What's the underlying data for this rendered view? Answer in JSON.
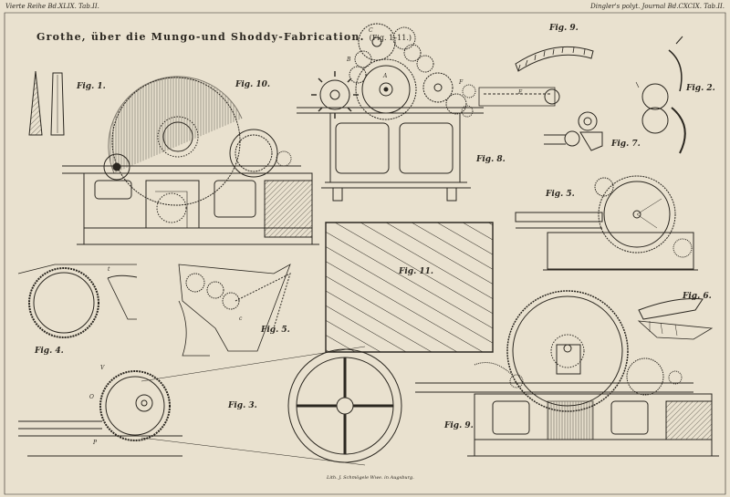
{
  "header": {
    "left": "Vierte Reihe Bd.XLIX. Tab.II.",
    "right": "Dingler's polyt. Journal Bd.CXCIX. Tab.II."
  },
  "title": {
    "main": "Grothe, über die Mungo-und Shoddy-Fabrication.",
    "range": "(Fig. 1–11.)"
  },
  "figures": {
    "fig1": "Fig. 1.",
    "fig2": "Fig. 2.",
    "fig3": "Fig. 3.",
    "fig4": "Fig. 4.",
    "fig5a": "Fig. 5.",
    "fig5b": "Fig. 5.",
    "fig6": "Fig. 6.",
    "fig7": "Fig. 7.",
    "fig8": "Fig. 8.",
    "fig9a": "Fig. 9.",
    "fig9b": "Fig. 9.",
    "fig10": "Fig. 10.",
    "fig11": "Fig. 11."
  },
  "imprint": "Lith. J. Schmögele Wwe. in Augsburg.",
  "letters": {
    "fig8_C": "C",
    "fig8_B": "B",
    "fig8_A": "A",
    "fig8_F": "F",
    "fig8_E": "E",
    "fig3_V": "V",
    "fig3_O": "O",
    "fig3_P": "P",
    "fig4_t": "t",
    "fig5_c": "c"
  },
  "colors": {
    "paper": "#e9e1cf",
    "ink": "#2b2720",
    "shade": "#b9b0a0"
  }
}
